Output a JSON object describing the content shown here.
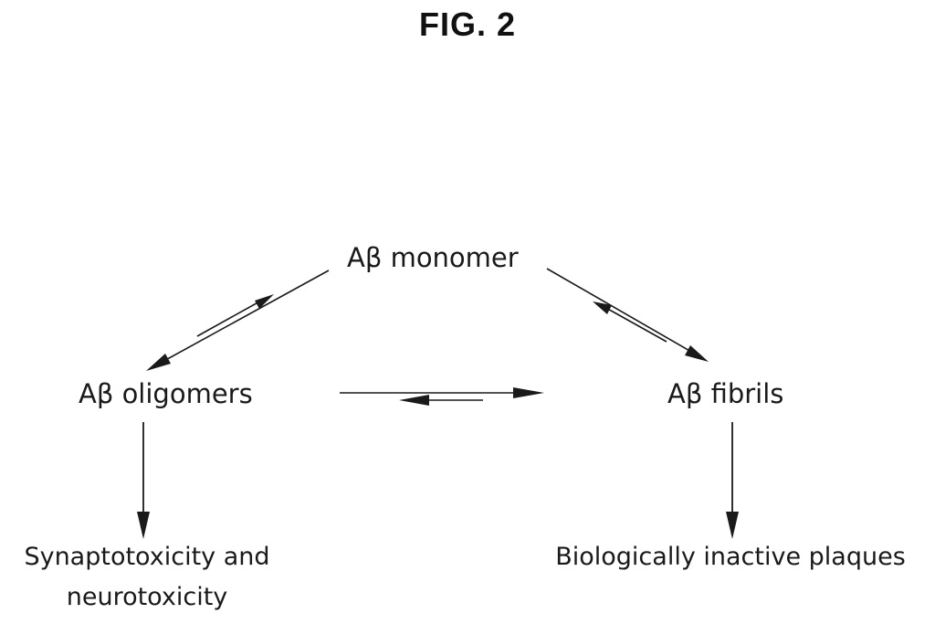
{
  "figure": {
    "title": "FIG. 2"
  },
  "nodes": {
    "monomer": "Aβ monomer",
    "oligomers": "Aβ oligomers",
    "fibrils": "Aβ fibrils"
  },
  "outcomes": {
    "oligomer_outcome_line1": "Synaptotoxicity and",
    "oligomer_outcome_line2": "neurotoxicity",
    "fibril_outcome": "Biologically inactive plaques"
  },
  "style": {
    "line_color": "#1a1a1a",
    "background": "#ffffff"
  }
}
